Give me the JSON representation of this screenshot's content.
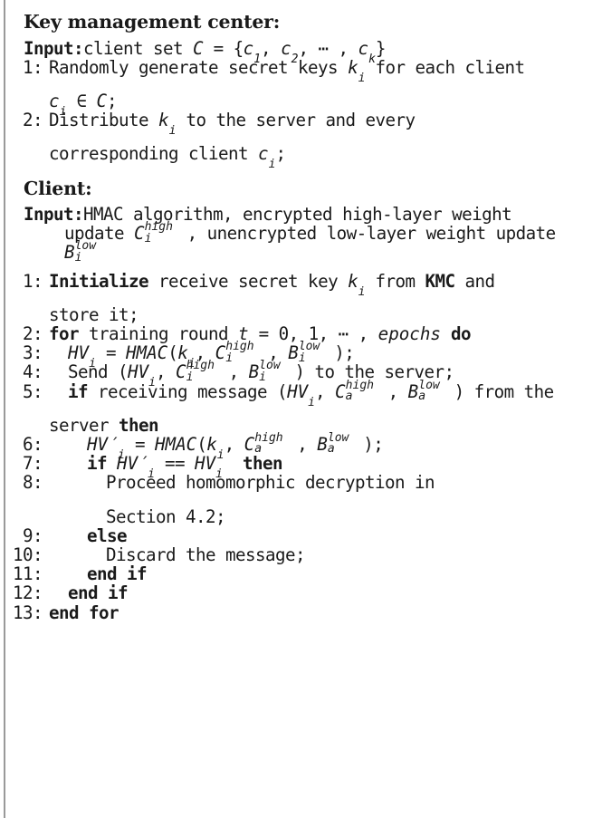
{
  "document": {
    "type": "algorithm-pseudocode",
    "background_color": "#ffffff",
    "text_color": "#1a1a1a",
    "rule_color": "#9a9a9a"
  },
  "sections": [
    {
      "heading": "Key management center:",
      "input": {
        "label": "Input:",
        "text_plain": "client set C = {c1, c2, ⋯ , ck}"
      },
      "steps": [
        {
          "num": "1:",
          "text_plain": "Randomly generate secret keys ki for each client ci ∈ C;"
        },
        {
          "num": "2:",
          "text_plain": "Distribute ki to the server and every corresponding client ci;"
        }
      ]
    },
    {
      "heading": "Client:",
      "input": {
        "label": "Input:",
        "text_plain": "HMAC algorithm, encrypted high-layer weight update Cihigh, unencrypted low-layer weight update Bilow"
      },
      "steps": [
        {
          "num": "1:",
          "text_plain": "Initialize receive secret key ki from KMC and store it;"
        },
        {
          "num": "2:",
          "text_plain": "for training round t = 0, 1, ⋯ , epochs do"
        },
        {
          "num": "3:",
          "text_plain": "HVi = HMAC(ki, Cihigh, Bilow);"
        },
        {
          "num": "4:",
          "text_plain": "Send (HVi, Cihigh, Bilow) to the server;"
        },
        {
          "num": "5:",
          "text_plain": "if receiving message (HVi, Cahigh, Balow) from the server then"
        },
        {
          "num": "6:",
          "text_plain": "HV′i = HMAC(ki, Cahigh, Balow);"
        },
        {
          "num": "7:",
          "text_plain": "if HV′i == HVi then"
        },
        {
          "num": "8:",
          "text_plain": "Proceed homomorphic decryption in Section 4.2;"
        },
        {
          "num": "9:",
          "text_plain": "else"
        },
        {
          "num": "10:",
          "text_plain": "Discard the message;"
        },
        {
          "num": "11:",
          "text_plain": "end if"
        },
        {
          "num": "12:",
          "text_plain": "end if"
        },
        {
          "num": "13:",
          "text_plain": "end for"
        }
      ]
    }
  ],
  "labels": {
    "kmc_heading": "Key management center:",
    "client_heading": "Client:",
    "input_label": "Input:",
    "kmc_input_body_a": "client set ",
    "kmc_input_C": "C",
    "kmc_input_eq": " = {",
    "kmc_input_c": "c",
    "kmc_input_sub1": "1",
    "kmc_input_comma": ", ",
    "kmc_input_sub2": "2",
    "kmc_input_dots": ", ⋯ , ",
    "kmc_input_subk": "k",
    "kmc_input_close": "}",
    "step1_kmc_a": "Randomly generate secret keys ",
    "step1_kmc_k": "k",
    "step1_kmc_sub_i": "i",
    "step1_kmc_b": " for each client",
    "step1_kmc_wrap_c": "c",
    "step1_kmc_wrap_in": " ∈ ",
    "step1_kmc_wrap_C": "C",
    "step1_kmc_wrap_semi": ";",
    "step2_kmc_a": "Distribute ",
    "step2_kmc_b": " to the server and every",
    "step2_kmc_wrap_a": "corresponding client ",
    "client_input_a": "HMAC algorithm, encrypted high-layer weight",
    "client_input_b": "update ",
    "client_input_C": "C",
    "client_input_high": "high",
    "client_input_i": "i",
    "client_input_c": ", unencrypted low-layer weight update",
    "client_input_B": "B",
    "client_input_low": "low",
    "c1_initialize": "Initialize",
    "c1_a": " receive secret key ",
    "c1_k": "k",
    "c1_b": " from ",
    "c1_kmc": "KMC",
    "c1_c": " and",
    "c1_wrap": "store it;",
    "c2_for": "for",
    "c2_a": " training round ",
    "c2_t": "t",
    "c2_b": " = 0, 1, ⋯ , ",
    "c2_epochs": "epochs",
    "c2_do": "do",
    "c3_HV": "HV",
    "c3_eq": " = ",
    "c3_HMAC": "HMAC",
    "c3_open": "(",
    "c3_k": "k",
    "c3_comma": ", ",
    "c3_C": "C",
    "c3_B": "B",
    "c3_close": ");",
    "c4_send": "Send (",
    "c4_to": ") to the server;",
    "c5_if": "if",
    "c5_a": " receiving message (",
    "c5_b": ") from the",
    "c5_wrap_a": "server ",
    "c5_then": "then",
    "c6_HV": "HV",
    "c7_if": "if",
    "c7_eqeq": " == ",
    "c7_then": "then",
    "c8_a": "Proceed homomorphic decryption in",
    "c8_wrap": "Section 4.2;",
    "c9_else": "else",
    "c10_a": "Discard the message;",
    "c11_endif": "end if",
    "c12_endif": "end if",
    "c13_endfor": "end for",
    "sub_i": "i",
    "sub_a": "a",
    "sup_high": "high",
    "sup_low": "low",
    "prime": "′"
  },
  "step_numbers": {
    "kmc": [
      "1:",
      "2:"
    ],
    "client": [
      "1:",
      "2:",
      "3:",
      "4:",
      "5:",
      "6:",
      "7:",
      "8:",
      "9:",
      "10:",
      "11:",
      "12:",
      "13:"
    ]
  }
}
